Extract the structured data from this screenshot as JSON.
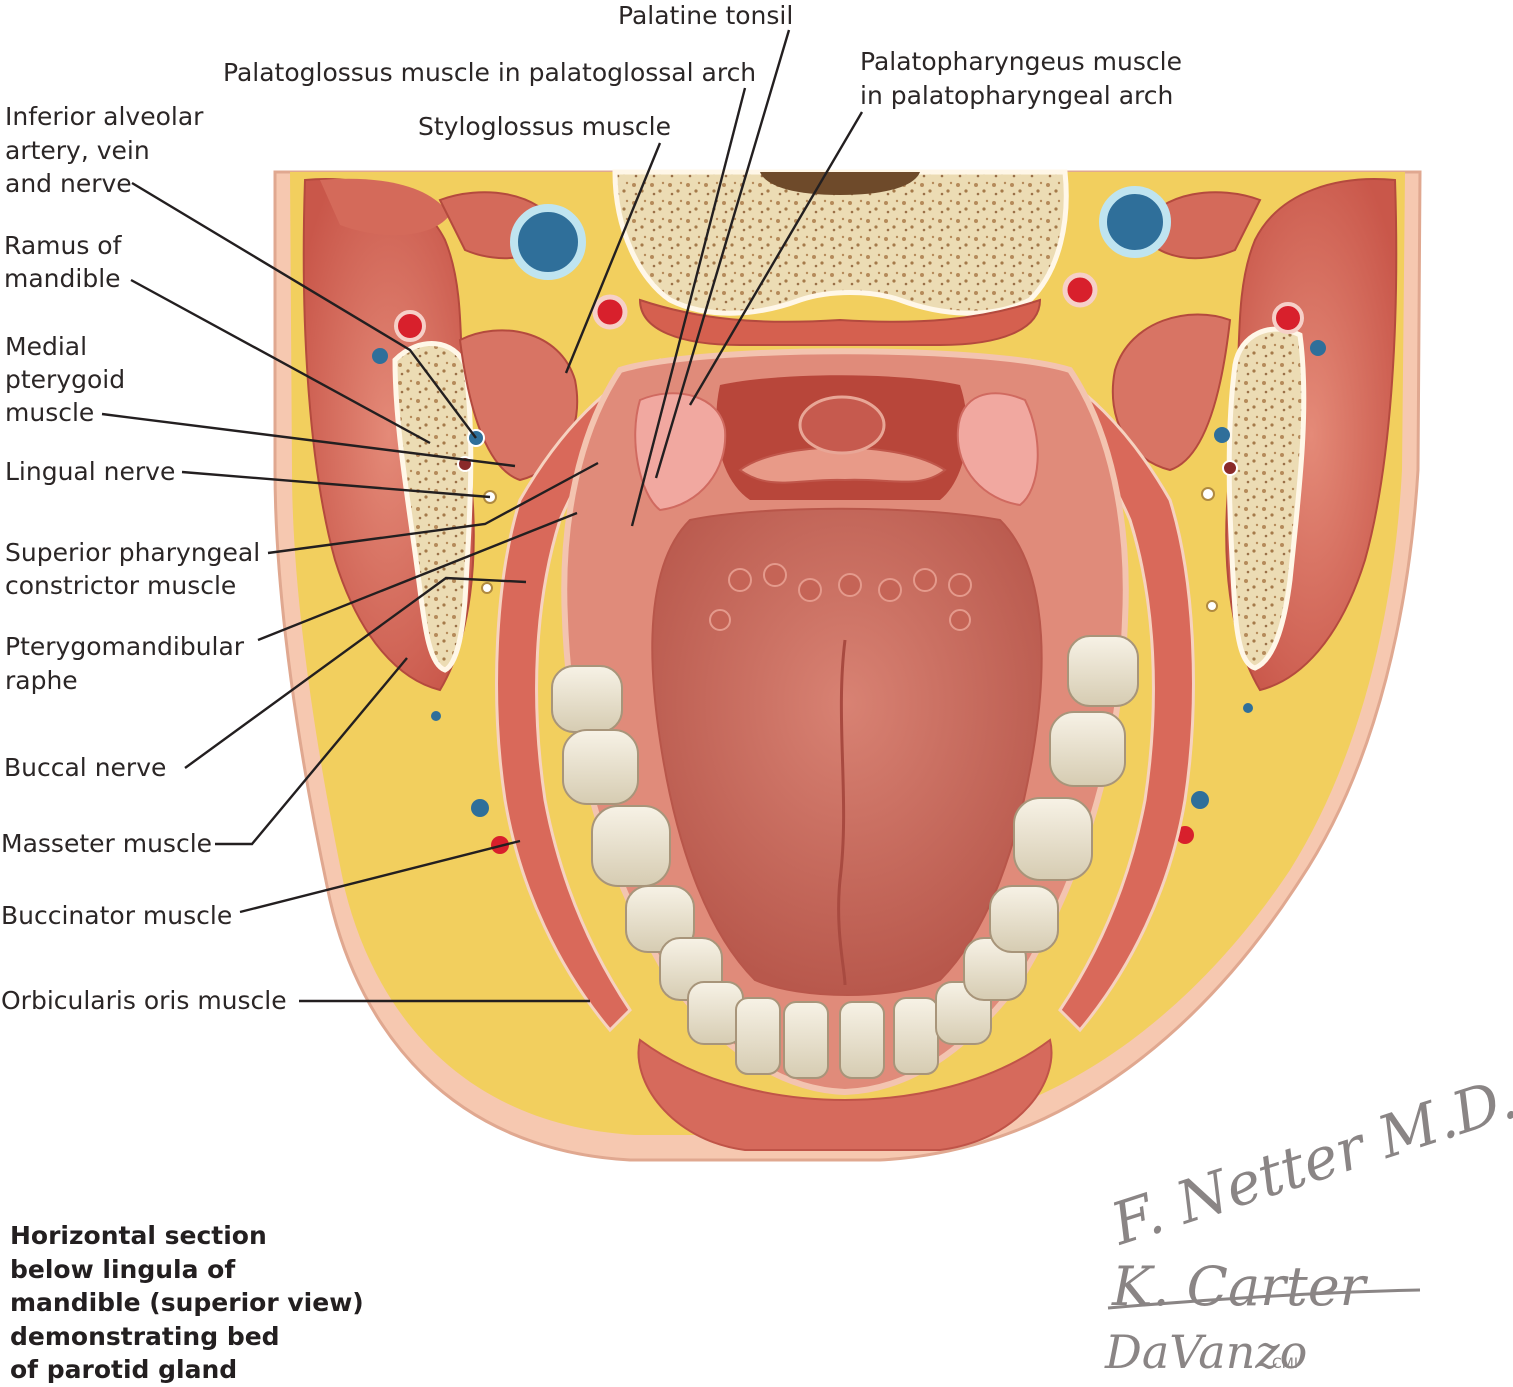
{
  "labels": {
    "palatine_tonsil": "Palatine tonsil",
    "palatoglossus": "Palatoglossus muscle in palatoglossal arch",
    "palatopharyngeus": [
      "Palatopharyngeus muscle",
      "in palatopharyngeal arch"
    ],
    "styloglossus": "Styloglossus muscle",
    "inferior_alveolar": [
      "Inferior alveolar",
      "artery, vein",
      "and nerve"
    ],
    "ramus": [
      "Ramus of",
      "mandible"
    ],
    "medial_pterygoid": [
      "Medial",
      "pterygoid",
      "muscle"
    ],
    "lingual_nerve": "Lingual nerve",
    "superior_pharyngeal": [
      "Superior pharyngeal",
      "constrictor muscle"
    ],
    "pterygomandibular": [
      "Pterygomandibular",
      "raphe"
    ],
    "buccal_nerve": "Buccal nerve",
    "masseter": "Masseter muscle",
    "buccinator": "Buccinator muscle",
    "orbicularis": "Orbicularis oris muscle"
  },
  "caption": [
    "Horizontal section",
    "below lingula of",
    "mandible (superior view)",
    "demonstrating bed",
    "of parotid gland"
  ],
  "signatures": {
    "netter": "F. Netter M.D.",
    "carter": "K. Carter",
    "davanzo": "DaVanzo",
    "cmi": "CMI"
  },
  "colors": {
    "muscle": "#d9695a",
    "fat": "#f2cf5e",
    "bone": "#ecdcb4",
    "tongue": "#cf7466",
    "vein": "#2f6f9a",
    "artery": "#d8202c",
    "teeth": "#ece5d2"
  }
}
